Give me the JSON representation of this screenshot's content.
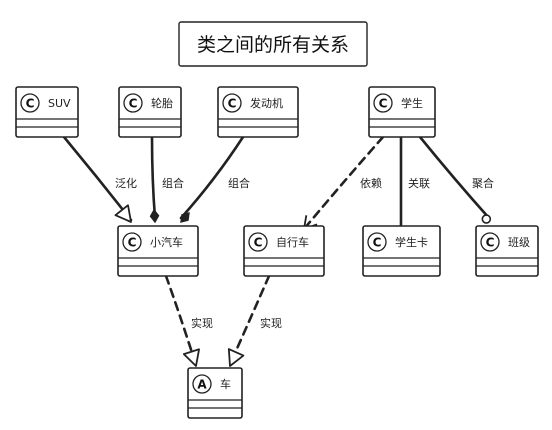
{
  "title": "类之间的所有关系",
  "nodes": [
    {
      "id": "suv",
      "name": "SUV",
      "stereotype": "C"
    },
    {
      "id": "tire",
      "name": "轮胎",
      "stereotype": "C"
    },
    {
      "id": "engine",
      "name": "发动机",
      "stereotype": "C"
    },
    {
      "id": "student",
      "name": "学生",
      "stereotype": "C"
    },
    {
      "id": "car",
      "name": "小汽车",
      "stereotype": "C"
    },
    {
      "id": "bike",
      "name": "自行车",
      "stereotype": "C"
    },
    {
      "id": "card",
      "name": "学生卡",
      "stereotype": "C"
    },
    {
      "id": "class",
      "name": "班级",
      "stereotype": "C"
    },
    {
      "id": "vehicle",
      "name": "车",
      "stereotype": "A"
    }
  ],
  "edges": [
    {
      "from": "suv",
      "to": "car",
      "label": "泛化",
      "style": "solid",
      "head": "hollow-triangle"
    },
    {
      "from": "tire",
      "to": "car",
      "label": "组合",
      "style": "solid",
      "head": "filled-diamond"
    },
    {
      "from": "engine",
      "to": "car",
      "label": "组合",
      "style": "solid",
      "head": "filled-diamond"
    },
    {
      "from": "student",
      "to": "bike",
      "label": "依赖",
      "style": "dashed",
      "head": "open-arrow"
    },
    {
      "from": "student",
      "to": "card",
      "label": "关联",
      "style": "solid",
      "head": "none"
    },
    {
      "from": "student",
      "to": "class",
      "label": "聚合",
      "style": "solid",
      "head": "hollow-circle"
    },
    {
      "from": "car",
      "to": "vehicle",
      "label": "实现",
      "style": "dashed",
      "head": "hollow-triangle"
    },
    {
      "from": "bike",
      "to": "vehicle",
      "label": "实现",
      "style": "dashed",
      "head": "hollow-triangle"
    }
  ]
}
